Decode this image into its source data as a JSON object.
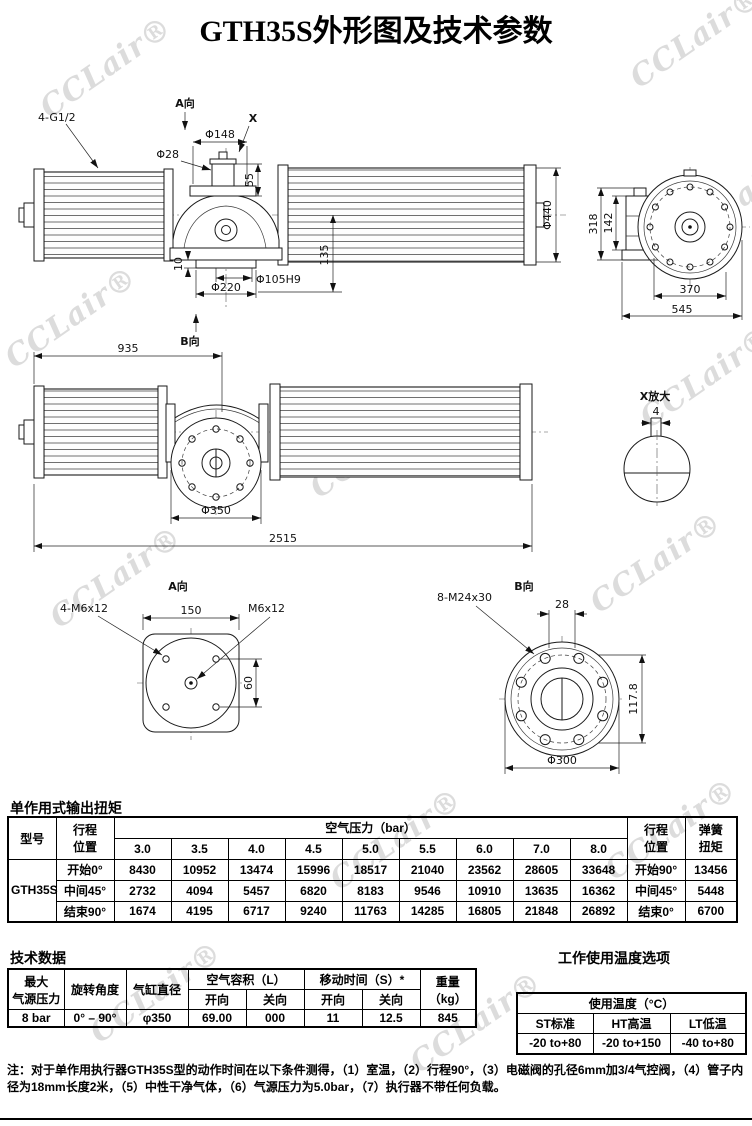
{
  "title": "GTH35S外形图及技术参数",
  "watermark": "CCLair®",
  "drawings": {
    "side": {
      "a_dir": "A向",
      "thread": "4-G1/2",
      "dim148": "Φ148",
      "x_mark": "X",
      "dim28": "Φ28",
      "dim55": "55",
      "dim440": "Φ440",
      "dim135": "135",
      "dim10": "10",
      "dim105": "Φ105H9",
      "dim220": "Φ220",
      "b_dir": "B向"
    },
    "end": {
      "dim318": "318",
      "dim142": "142",
      "dim370": "370",
      "dim545": "545"
    },
    "plan": {
      "dim935": "935",
      "dim350": "Φ350",
      "dim2515": "2515"
    },
    "detail": {
      "title": "X放大",
      "dim4": "4"
    },
    "a_view": {
      "title": "A向",
      "bolts": "4-M6x12",
      "dim150": "150",
      "thread": "M6x12",
      "dim60": "60"
    },
    "b_view": {
      "title": "B向",
      "bolts": "8-M24x30",
      "dim28": "28",
      "dim117": "117.8",
      "dim300": "Φ300"
    }
  },
  "torque_table": {
    "section_title": "单作用式输出扭矩",
    "headers": {
      "model": "型号",
      "stroke_line1": "行程",
      "stroke_line2": "位置",
      "air_pressure": "空气压力（bar）",
      "pressures": [
        "3.0",
        "3.5",
        "4.0",
        "4.5",
        "5.0",
        "5.5",
        "6.0",
        "7.0",
        "8.0"
      ],
      "stroke2_line1": "行程",
      "stroke2_line2": "位置",
      "spring_line1": "弹簧",
      "spring_line2": "扭矩"
    },
    "model": "GTH35S",
    "rows": [
      {
        "position": "开始0°",
        "values": [
          "8430",
          "10952",
          "13474",
          "15996",
          "18517",
          "21040",
          "23562",
          "28605",
          "33648"
        ],
        "spring_position": "开始90°",
        "spring_torque": "13456"
      },
      {
        "position": "中间45°",
        "values": [
          "2732",
          "4094",
          "5457",
          "6820",
          "8183",
          "9546",
          "10910",
          "13635",
          "16362"
        ],
        "spring_position": "中间45°",
        "spring_torque": "5448"
      },
      {
        "position": "结束90°",
        "values": [
          "1674",
          "4195",
          "6717",
          "9240",
          "11763",
          "14285",
          "16805",
          "21848",
          "26892"
        ],
        "spring_position": "结束0°",
        "spring_torque": "6700"
      }
    ]
  },
  "tech_table": {
    "section_title": "技术数据",
    "headers": {
      "max_pressure_l1": "最大",
      "max_pressure_l2": "气源压力",
      "rotation": "旋转角度",
      "bore": "气缸直径",
      "air_volume": "空气容积（L）",
      "move_time": "移动时间（S）*",
      "open": "开向",
      "close": "关向",
      "weight_l1": "重量",
      "weight_l2": "（kg）"
    },
    "row": {
      "max_pressure": "8 bar",
      "rotation": "0° – 90°",
      "bore": "φ350",
      "vol_open": "69.00",
      "vol_close": "000",
      "time_open": "11",
      "time_close": "12.5",
      "weight": "845"
    }
  },
  "temp_table": {
    "section_title": "工作使用温度选项",
    "header": "使用温度（°C）",
    "columns": [
      "ST标准",
      "HT高温",
      "LT低温"
    ],
    "values": [
      "-20 to+80",
      "-20 to+150",
      "-40 to+80"
    ]
  },
  "note": "注：对于单作用执行器GTH35S型的动作时间在以下条件测得，（1）室温，（2）行程90°，（3）电磁阀的孔径6mm加3/4气控阀，（4）管子内径为18mm长度2米，（5）中性干净气体，（6）气源压力为5.0bar，（7）执行器不带任何负载。"
}
